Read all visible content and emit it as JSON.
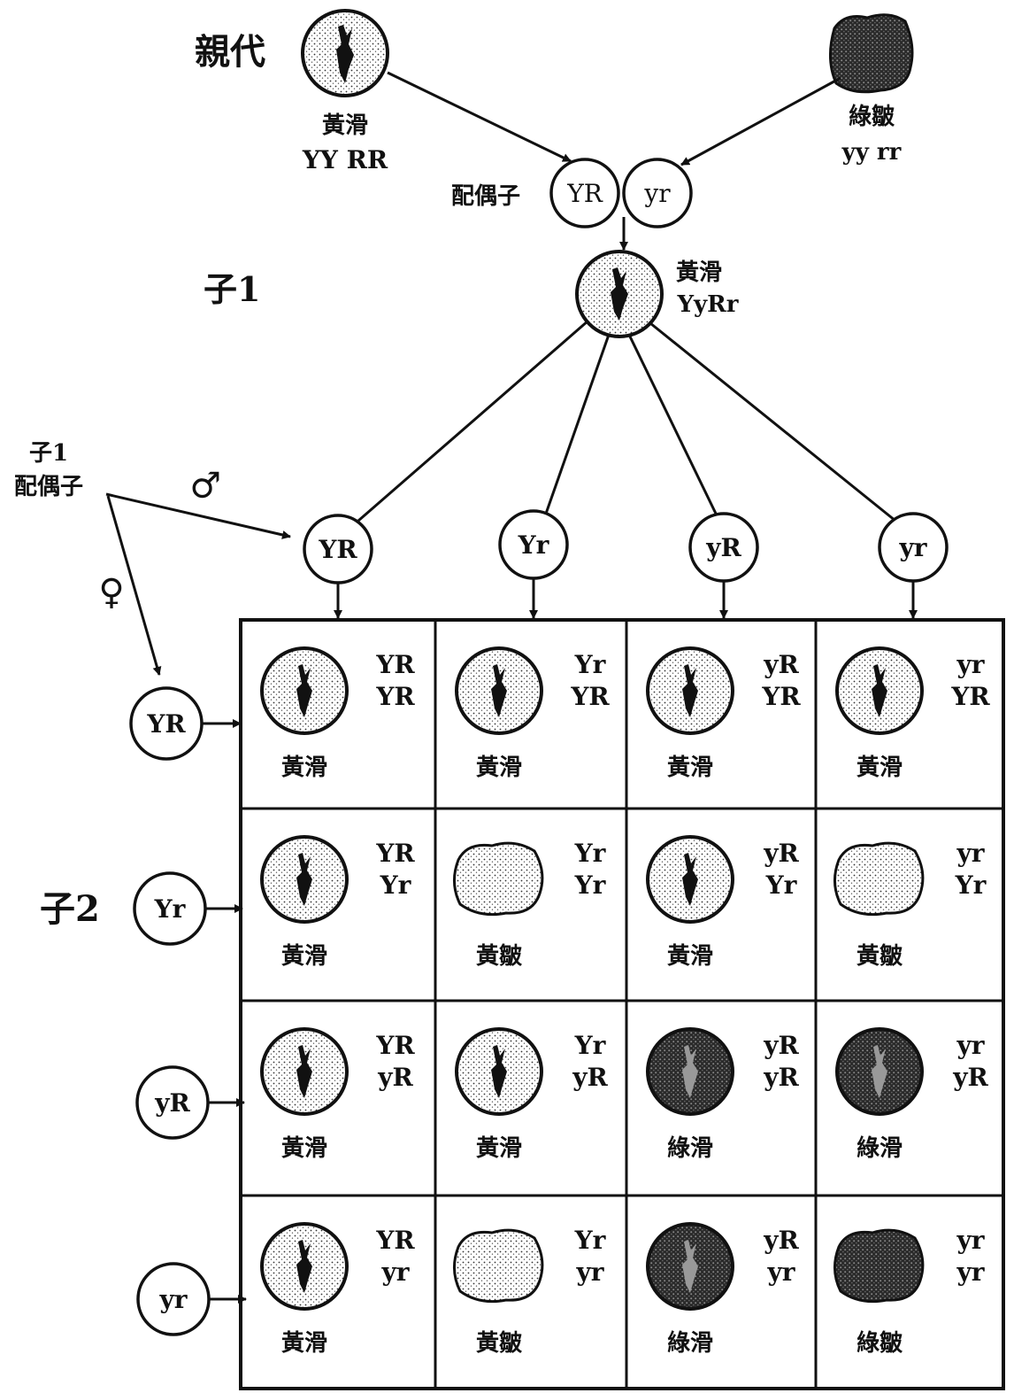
{
  "labels": {
    "parent": "親代",
    "gamete": "配偶子",
    "f1": "子1",
    "f1_gametes_line1": "子1",
    "f1_gametes_line2": "配偶子",
    "f2": "子2",
    "male_symbol": "♂",
    "female_symbol": "♀"
  },
  "parents": [
    {
      "phenotype": "黃滑",
      "genotype": "YY RR",
      "seed": "round-yellow"
    },
    {
      "phenotype": "綠皺",
      "genotype": "yy rr",
      "seed": "wrinkled-green"
    }
  ],
  "parent_gametes": [
    "YR",
    "yr"
  ],
  "f1": {
    "phenotype": "黃滑",
    "genotype": "YyRr",
    "seed": "round-yellow"
  },
  "male_gametes": [
    "YR",
    "Yr",
    "yR",
    "yr"
  ],
  "female_gametes": [
    "YR",
    "Yr",
    "yR",
    "yr"
  ],
  "punnett": [
    [
      {
        "top": "YR",
        "bottom": "YR",
        "phenotype": "黃滑",
        "seed": "round-yellow"
      },
      {
        "top": "Yr",
        "bottom": "YR",
        "phenotype": "黃滑",
        "seed": "round-yellow"
      },
      {
        "top": "yR",
        "bottom": "YR",
        "phenotype": "黃滑",
        "seed": "round-yellow"
      },
      {
        "top": "yr",
        "bottom": "YR",
        "phenotype": "黃滑",
        "seed": "round-yellow"
      }
    ],
    [
      {
        "top": "YR",
        "bottom": "Yr",
        "phenotype": "黃滑",
        "seed": "round-yellow"
      },
      {
        "top": "Yr",
        "bottom": "Yr",
        "phenotype": "黃皺",
        "seed": "wrinkled-yellow"
      },
      {
        "top": "yR",
        "bottom": "Yr",
        "phenotype": "黃滑",
        "seed": "round-yellow"
      },
      {
        "top": "yr",
        "bottom": "Yr",
        "phenotype": "黃皺",
        "seed": "wrinkled-yellow"
      }
    ],
    [
      {
        "top": "YR",
        "bottom": "yR",
        "phenotype": "黃滑",
        "seed": "round-yellow"
      },
      {
        "top": "Yr",
        "bottom": "yR",
        "phenotype": "黃滑",
        "seed": "round-yellow"
      },
      {
        "top": "yR",
        "bottom": "yR",
        "phenotype": "綠滑",
        "seed": "round-green"
      },
      {
        "top": "yr",
        "bottom": "yR",
        "phenotype": "綠滑",
        "seed": "round-green"
      }
    ],
    [
      {
        "top": "YR",
        "bottom": "yr",
        "phenotype": "黃滑",
        "seed": "round-yellow"
      },
      {
        "top": "Yr",
        "bottom": "yr",
        "phenotype": "黃皺",
        "seed": "wrinkled-yellow"
      },
      {
        "top": "yR",
        "bottom": "yr",
        "phenotype": "綠滑",
        "seed": "round-green"
      },
      {
        "top": "yr",
        "bottom": "yr",
        "phenotype": "綠皺",
        "seed": "wrinkled-green"
      }
    ]
  ]
}
